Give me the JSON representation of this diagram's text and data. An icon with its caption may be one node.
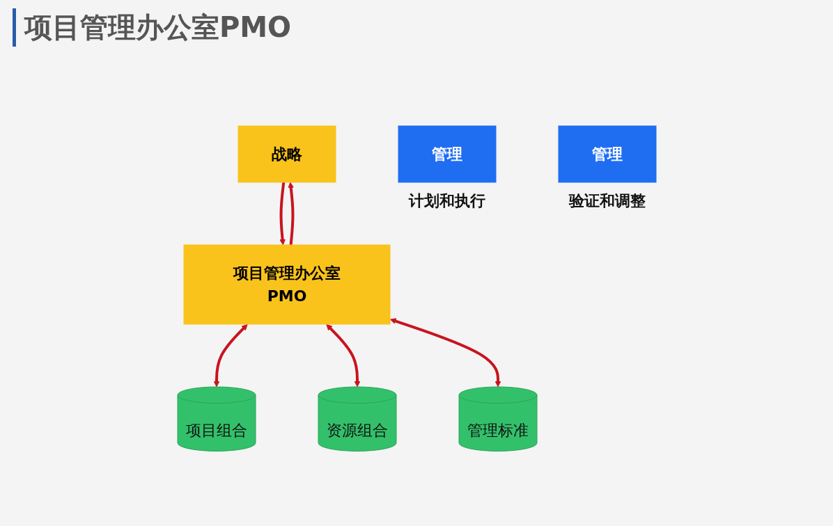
{
  "diagram": {
    "title": "项目管理办公室PMO",
    "nodes": [
      {
        "text": [
          "战略"
        ]
      },
      {
        "text": [
          "管理"
        ],
        "beside": [
          "计划和执行"
        ]
      },
      {
        "text": [
          "管理"
        ],
        "beside": [
          "验证和调整"
        ]
      },
      {
        "text": [
          "项目管理办公室PMO"
        ]
      },
      {
        "text": [
          "项目组合"
        ]
      },
      {
        "text": [
          "资源组合"
        ]
      },
      {
        "text": [
          "管理标准"
        ]
      }
    ],
    "edges": [
      {
        "from": 0,
        "to": 3,
        "arrow": "to"
      },
      {
        "from": 3,
        "to": 0,
        "arrow": "to"
      },
      {
        "from": 3,
        "to": 4,
        "arrow": "both"
      },
      {
        "from": 3,
        "to": 5,
        "arrow": "both"
      },
      {
        "from": 3,
        "to": 6,
        "arrow": "both"
      }
    ]
  }
}
